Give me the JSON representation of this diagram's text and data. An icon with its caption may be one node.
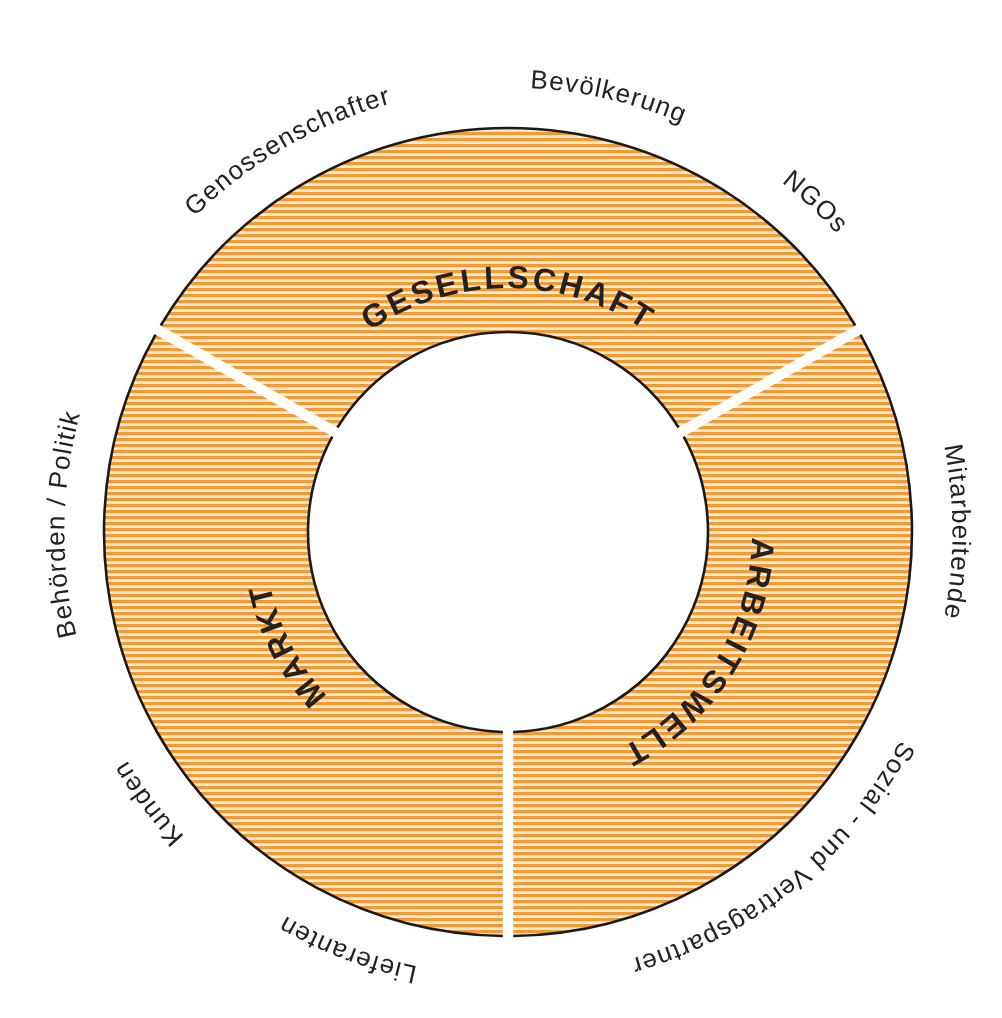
{
  "diagram": {
    "nodes": [
      {
        "text": [
          "GESELLSCHAFT"
        ]
      },
      {
        "text": [
          "ARBEITSWELT"
        ]
      },
      {
        "text": [
          "MARKT"
        ]
      }
    ],
    "labels": [
      "Bevölkerung",
      "Genossenschafter",
      "NGOs",
      "Behörden / Politik",
      "Mitarbeitende",
      "Kunden",
      "Sozial - und Vertragspartner",
      "Lieferanten"
    ]
  }
}
